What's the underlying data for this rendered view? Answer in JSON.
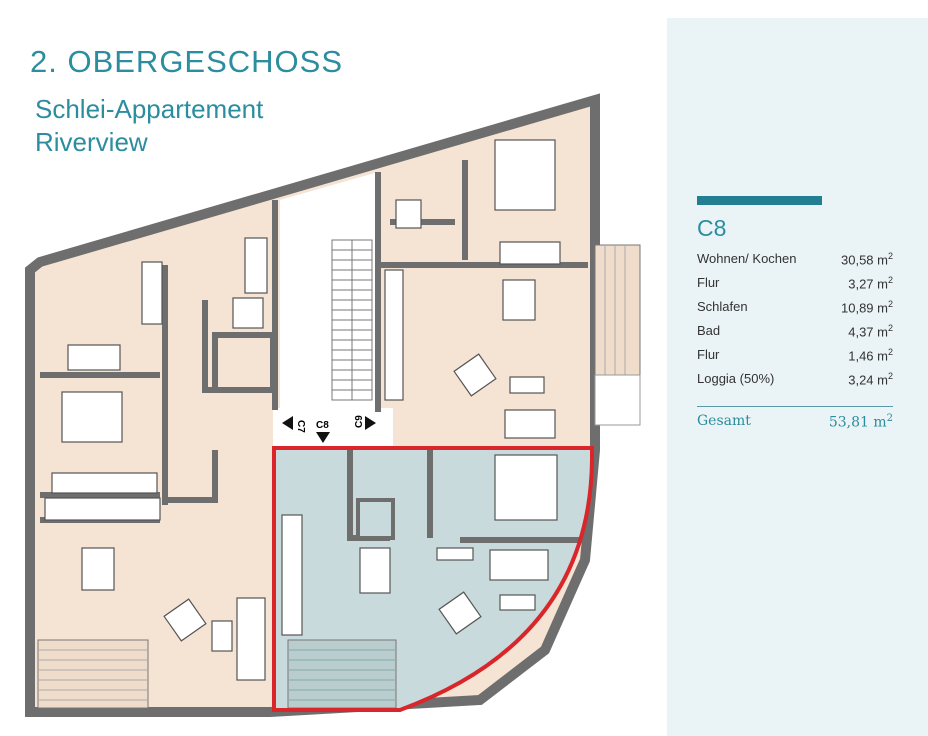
{
  "header": {
    "title": "2. OBERGESCHOSS",
    "subtitle_line1": "Schlei-Appartement",
    "subtitle_line2": "Riverview"
  },
  "plan": {
    "labels": {
      "left": "C7",
      "center": "C8",
      "right": "C9"
    },
    "colors": {
      "wall": "#6e6e6e",
      "room": "#f5e3d3",
      "highlight_room": "#c8dadb",
      "highlight_border": "#d8262b"
    }
  },
  "unit": {
    "name": "C8",
    "rooms": [
      {
        "name": "Wohnen/ Kochen",
        "area": "30,58 m",
        "exp": "2"
      },
      {
        "name": "Flur",
        "area": "3,27 m",
        "exp": "2"
      },
      {
        "name": "Schlafen",
        "area": "10,89 m",
        "exp": "2"
      },
      {
        "name": "Bad",
        "area": "4,37 m",
        "exp": "2"
      },
      {
        "name": "Flur",
        "area": "1,46 m",
        "exp": "2"
      },
      {
        "name": "Loggia (50%)",
        "area": "3,24 m",
        "exp": "2"
      }
    ],
    "total_label": "Gesamt",
    "total_area": "53,81 m",
    "total_exp": "2"
  }
}
